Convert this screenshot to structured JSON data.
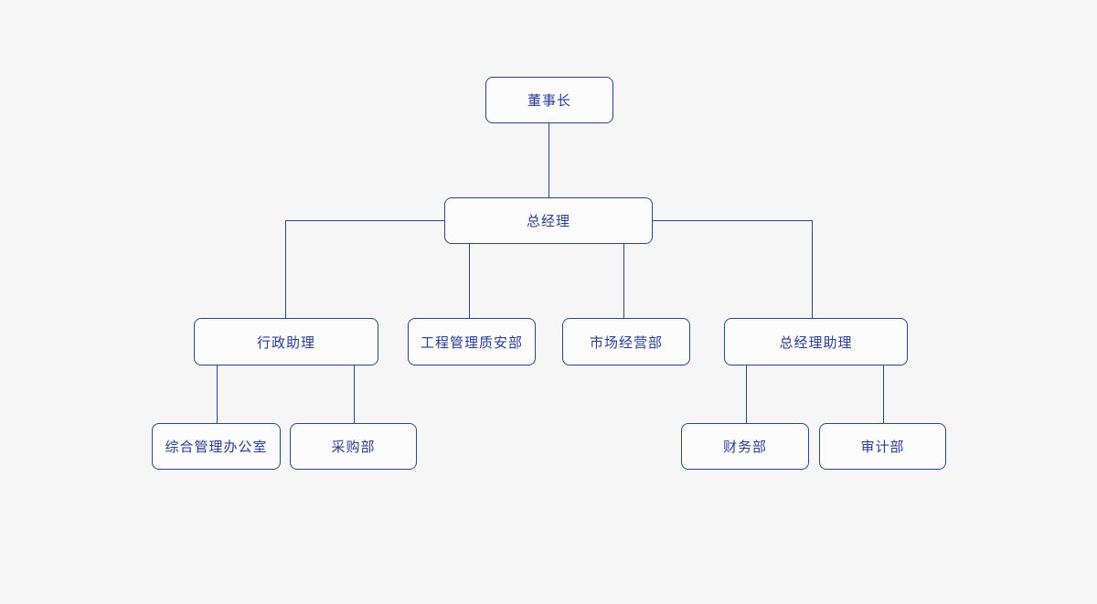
{
  "org_chart": {
    "type": "org-chart",
    "nodes": {
      "chairman": {
        "label": "董事长"
      },
      "general_manager": {
        "label": "总经理"
      },
      "admin_assistant": {
        "label": "行政助理"
      },
      "eng_quality_safety": {
        "label": "工程管理质安部"
      },
      "market_operations": {
        "label": "市场经营部"
      },
      "gm_assistant": {
        "label": "总经理助理"
      },
      "general_office": {
        "label": "综合管理办公室"
      },
      "procurement": {
        "label": "采购部"
      },
      "finance": {
        "label": "财务部"
      },
      "audit": {
        "label": "审计部"
      }
    },
    "edges": [
      {
        "from": "董事长",
        "to": "总经理"
      },
      {
        "from": "总经理",
        "to": "行政助理"
      },
      {
        "from": "总经理",
        "to": "工程管理质安部"
      },
      {
        "from": "总经理",
        "to": "市场经营部"
      },
      {
        "from": "总经理",
        "to": "总经理助理"
      },
      {
        "from": "行政助理",
        "to": "综合管理办公室"
      },
      {
        "from": "行政助理",
        "to": "采购部"
      },
      {
        "from": "总经理助理",
        "to": "财务部"
      },
      {
        "from": "总经理助理",
        "to": "审计部"
      }
    ],
    "colors": {
      "background": "#f6f6f7",
      "node_fill": "#fcfcfd",
      "node_border": "#2a4494",
      "connector": "#2a4494",
      "text": "#2a3d94"
    }
  }
}
